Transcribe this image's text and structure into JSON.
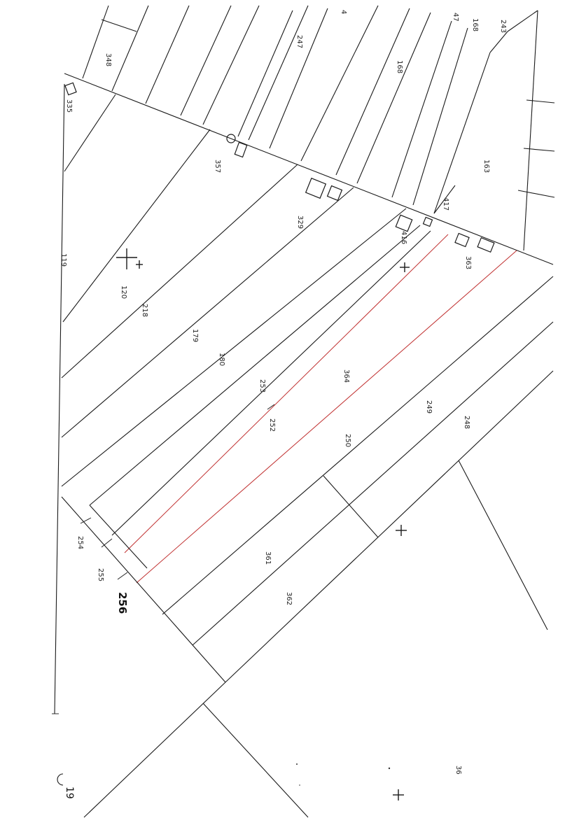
{
  "map": {
    "sheet_number": "19",
    "parcels": [
      {
        "id": "p348",
        "label": "348"
      },
      {
        "id": "p335",
        "label": "335"
      },
      {
        "id": "p247",
        "label": "247"
      },
      {
        "id": "p4",
        "label": "4"
      },
      {
        "id": "p47",
        "label": "47"
      },
      {
        "id": "p168a",
        "label": "168"
      },
      {
        "id": "p243",
        "label": "243"
      },
      {
        "id": "p168b",
        "label": "168"
      },
      {
        "id": "p357",
        "label": "357"
      },
      {
        "id": "p163",
        "label": "163"
      },
      {
        "id": "p417",
        "label": "417"
      },
      {
        "id": "p329",
        "label": "329"
      },
      {
        "id": "p416",
        "label": "416"
      },
      {
        "id": "p363",
        "label": "363"
      },
      {
        "id": "p120",
        "label": "120"
      },
      {
        "id": "p218",
        "label": "218"
      },
      {
        "id": "p179",
        "label": "179"
      },
      {
        "id": "p180",
        "label": "180"
      },
      {
        "id": "p253",
        "label": "253"
      },
      {
        "id": "p364",
        "label": "364"
      },
      {
        "id": "p252",
        "label": "252"
      },
      {
        "id": "p249",
        "label": "249"
      },
      {
        "id": "p250",
        "label": "250"
      },
      {
        "id": "p248",
        "label": "248"
      },
      {
        "id": "p254",
        "label": "254"
      },
      {
        "id": "p255",
        "label": "255"
      },
      {
        "id": "p256",
        "label": "256"
      },
      {
        "id": "p361",
        "label": "361"
      },
      {
        "id": "p362",
        "label": "362"
      },
      {
        "id": "p36",
        "label": "36"
      },
      {
        "id": "p119",
        "label": "119"
      }
    ],
    "colors": {
      "line": "#1a1a1a",
      "highlight": "#c03030",
      "background": "#ffffff"
    }
  }
}
